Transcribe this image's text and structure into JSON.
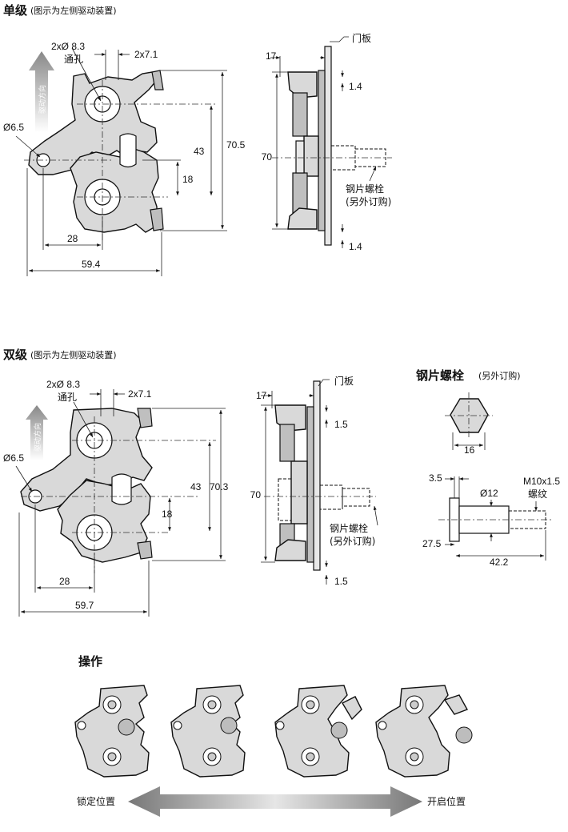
{
  "section1": {
    "title": "单级",
    "subtitle": "(图示为左侧驱动装置)",
    "hole_label": "2xØ 8.3",
    "hole_sub": "通孔",
    "slot_label": "2x7.1",
    "pin_dia": "Ø6.5",
    "dims": {
      "d28": "28",
      "d59": "59.4",
      "d43": "43",
      "d70_5": "70.5",
      "d18": "18"
    },
    "side": {
      "d17": "17",
      "d70": "70",
      "d1_4_top": "1.4",
      "d1_4_bot": "1.4",
      "door": "门板",
      "bolt": "钢片螺栓",
      "bolt_sub": "(另外订购)"
    },
    "drive_text": "驱动方向"
  },
  "section2": {
    "title": "双级",
    "subtitle": "(图示为左侧驱动装置)",
    "hole_label": "2xØ 8.3",
    "hole_sub": "通孔",
    "slot_label": "2x7.1",
    "pin_dia": "Ø6.5",
    "dims": {
      "d28": "28",
      "d59": "59.7",
      "d43": "43",
      "d70_3": "70.3",
      "d18": "18"
    },
    "side": {
      "d17": "17",
      "d70": "70",
      "d1_5_top": "1.5",
      "d1_5_bot": "1.5",
      "door": "门板",
      "bolt": "钢片螺栓",
      "bolt_sub": "(另外订购)"
    },
    "drive_text": "驱动方向"
  },
  "bolt_detail": {
    "title": "钢片螺栓",
    "subtitle": "(另外订购)",
    "hex": "16",
    "d3_5": "3.5",
    "dia": "Ø12",
    "thread": "M10x1.5",
    "thread_sub": "螺纹",
    "d27_5": "27.5",
    "d42_2": "42.2"
  },
  "operation": {
    "title": "操作",
    "left": "锁定位置",
    "right": "开启位置"
  }
}
